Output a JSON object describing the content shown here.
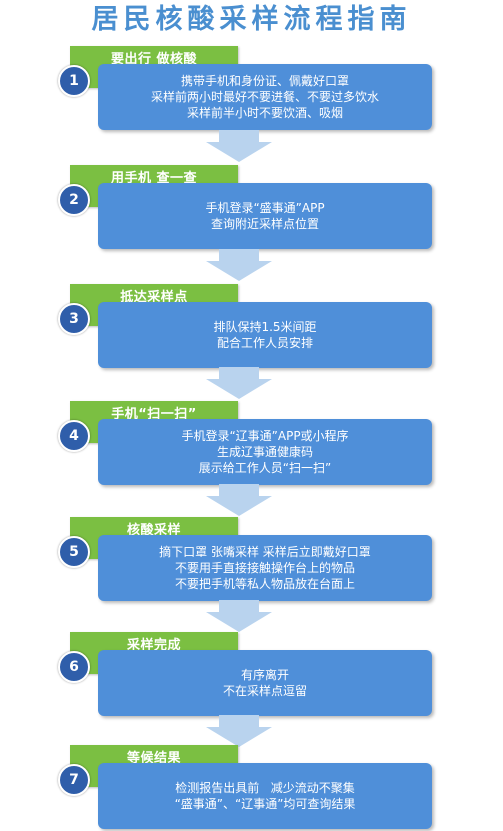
{
  "title": "居民核酸采样流程指南",
  "steps": [
    {
      "number": "1",
      "heading": "要出行 做核酸",
      "lines": [
        "携带手机和身份证、佩戴好口罩",
        "采样前两小时最好不要进餐、不要过多饮水",
        "采样前半小时不要饮酒、吸烟"
      ]
    },
    {
      "number": "2",
      "heading": "用手机 查一查",
      "lines": [
        "手机登录“盛事通”APP",
        "查询附近采样点位置"
      ]
    },
    {
      "number": "3",
      "heading": "抵达采样点",
      "lines": [
        "排队保持1.5米间距",
        "配合工作人员安排"
      ]
    },
    {
      "number": "4",
      "heading": "手机“扫一扫”",
      "lines": [
        "手机登录“辽事通”APP或小程序",
        "生成辽事通健康码",
        "展示给工作人员“扫一扫”"
      ]
    },
    {
      "number": "5",
      "heading": "核酸采样",
      "lines": [
        "摘下口罩 张嘴采样 采样后立即戴好口罩",
        "不要用手直接接触操作台上的物品",
        "不要把手机等私人物品放在台面上"
      ]
    },
    {
      "number": "6",
      "heading": "采样完成",
      "lines": [
        "有序离开",
        "不在采样点逗留"
      ]
    },
    {
      "number": "7",
      "heading": "等候结果",
      "lines": [
        "检测报告出具前   减少流动不聚集",
        "“盛事通”、“辽事通”均可查询结果"
      ]
    }
  ],
  "colors": {
    "title": "#4a8fd0",
    "tab_green": "#7bbf42",
    "box_blue": "#4f8fd9",
    "circle_blue": "#2f5eaa",
    "arrow_blue": "#b9d3ee"
  }
}
